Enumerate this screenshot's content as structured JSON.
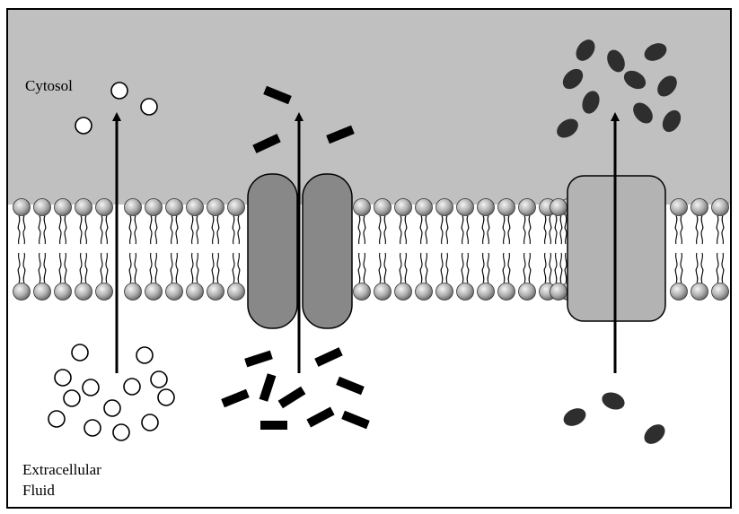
{
  "labels": {
    "cytosol": "Cytosol",
    "extracellular_line1": "Extracellular",
    "extracellular_line2": "Fluid"
  },
  "colors": {
    "cytosol": "#c0c0c0",
    "extracellular": "#ffffff",
    "lipid_head": "#a8a8a8",
    "channel_protein": "#888888",
    "carrier_protein": "#b3b3b3",
    "ellipse_solute": "#2e2e2e",
    "bar_solute": "#000000",
    "circle_solute": "#ffffff"
  },
  "transport_routes": [
    {
      "name": "simple-diffusion",
      "solute": "circle"
    },
    {
      "name": "channel-mediated",
      "solute": "bar"
    },
    {
      "name": "carrier-mediated",
      "solute": "ellipse"
    }
  ]
}
